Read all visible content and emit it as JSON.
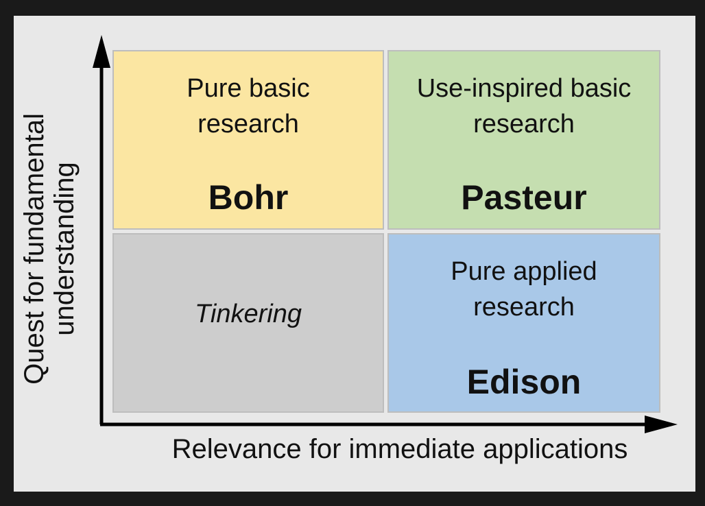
{
  "quadrants": {
    "top_left": {
      "description": "Pure basic research",
      "name": "Bohr",
      "color": "#fbe6a2"
    },
    "top_right": {
      "description": "Use-inspired basic research",
      "name": "Pasteur",
      "color": "#c5deb0"
    },
    "bottom_left": {
      "description": "Tinkering",
      "name": "",
      "color": "#cdcdcd"
    },
    "bottom_right": {
      "description": "Pure applied research",
      "name": "Edison",
      "color": "#a9c8e8"
    }
  },
  "axes": {
    "x_label": "Relevance for immediate applications",
    "y_label_line1": "Quest for fundamental",
    "y_label_line2": "understanding"
  }
}
